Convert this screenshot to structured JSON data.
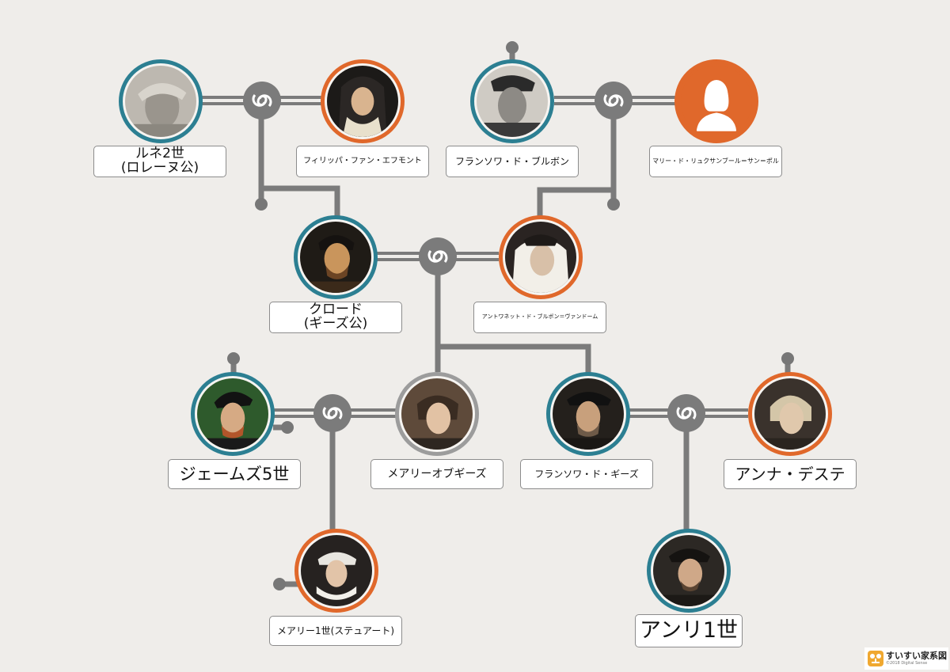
{
  "people": {
    "rene": {
      "name": "ルネ2世\n(ロレーヌ公)",
      "gender": "male"
    },
    "philippa": {
      "name": "フィリッパ・ファン・エフモント",
      "gender": "female"
    },
    "francois_bourbon": {
      "name": "フランソワ・ド・ブルボン",
      "gender": "male"
    },
    "marie_luxembourg": {
      "name": "マリー・ド・リュクサンブール＝サン＝ポル",
      "gender": "female"
    },
    "claude": {
      "name": "クロード\n(ギーズ公)",
      "gender": "male"
    },
    "antoinette": {
      "name": "アントワネット・ド・ブルボン＝ヴァンドーム",
      "gender": "female"
    },
    "james5": {
      "name": "ジェームズ5世",
      "gender": "male"
    },
    "mary_guise": {
      "name": "メアリーオブギーズ",
      "gender": "female"
    },
    "francois_guise": {
      "name": "フランソワ・ド・ギーズ",
      "gender": "male"
    },
    "anna_este": {
      "name": "アンナ・デステ",
      "gender": "female"
    },
    "mary_stuart": {
      "name": "メアリー1世(ステュアート)",
      "gender": "female"
    },
    "henri1": {
      "name": "アンリ1世",
      "gender": "male"
    }
  },
  "colors": {
    "male_ring": "#2c7f92",
    "female_ring": "#e0682b",
    "neutral_ring": "#9c9c9c",
    "connector": "#7b7b7b",
    "background": "#efedea"
  },
  "marriage_icon": "spiral-icon",
  "logo": {
    "name": "すいすい家系図",
    "copyright": "©2018 Digital Sense"
  }
}
